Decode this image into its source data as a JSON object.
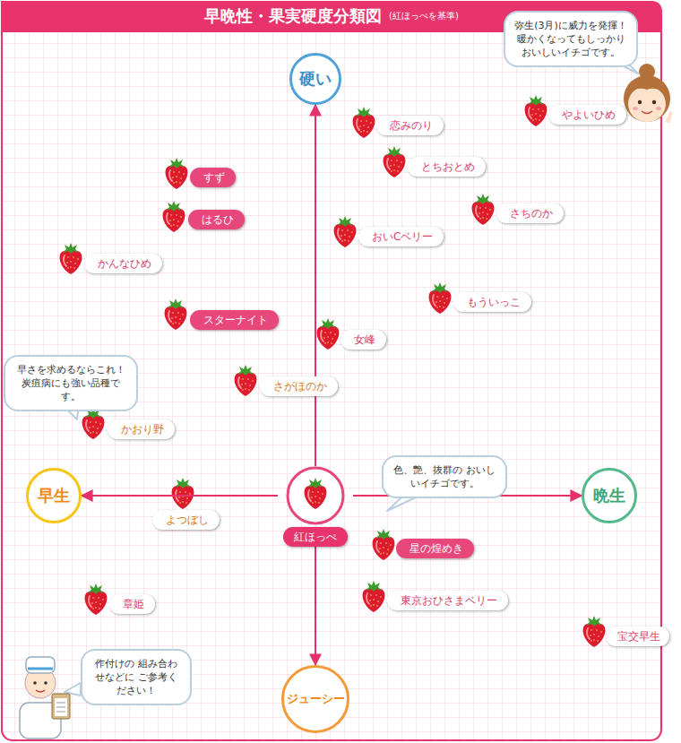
{
  "diagram": {
    "title": "早晩性・果実硬度分類図",
    "nodes": [
      {
        "text": [
          "弥生(3月)に威力を発揮！ 暖かくなってもしっかり おいしいイチゴです。"
        ]
      },
      {
        "text": [
          "硬い"
        ]
      },
      {
        "text": [
          "恋みのり"
        ]
      },
      {
        "text": [
          "やよいひめ"
        ]
      },
      {
        "text": [
          "すず"
        ]
      },
      {
        "text": [
          "とちおとめ"
        ]
      },
      {
        "text": [
          "さちのか"
        ]
      },
      {
        "text": [
          "はるひ"
        ]
      },
      {
        "text": [
          "おいCベリー"
        ]
      },
      {
        "text": [
          "かんなひめ"
        ]
      },
      {
        "text": [
          "もういっこ"
        ]
      },
      {
        "text": [
          "スターナイト"
        ]
      },
      {
        "text": [
          "女峰"
        ]
      },
      {
        "text": [
          "早さを求めるならこれ！ 炭疽病にも強い品種です。"
        ]
      },
      {
        "text": [
          "さがほのか"
        ]
      },
      {
        "text": [
          "かおり野"
        ]
      },
      {
        "text": [
          "色、艶、抜群の おいしいイチゴです。"
        ]
      },
      {
        "text": [
          "早生"
        ]
      },
      {
        "text": [
          "紅ほっぺ"
        ]
      },
      {
        "text": [
          "晩生"
        ]
      },
      {
        "text": [
          "よつぼし"
        ]
      },
      {
        "text": [
          "星の煌めき"
        ]
      },
      {
        "text": [
          "章姫"
        ]
      },
      {
        "text": [
          "東京おひさまベリー"
        ]
      },
      {
        "text": [
          "宝交早生"
        ]
      },
      {
        "text": [
          "作付けの 組み合わせなどに ご参考ください！"
        ]
      },
      {
        "text": [
          "ジューシー"
        ]
      }
    ],
    "edges": [
      {
        "from": 18,
        "to": 1,
        "arrow": "to"
      },
      {
        "from": 18,
        "to": 17,
        "arrow": "to"
      },
      {
        "from": 18,
        "to": 19,
        "arrow": "to"
      },
      {
        "from": 18,
        "to": 26,
        "arrow": "to"
      }
    ],
    "labels": [
      "(紅ほっぺを基準)"
    ]
  }
}
